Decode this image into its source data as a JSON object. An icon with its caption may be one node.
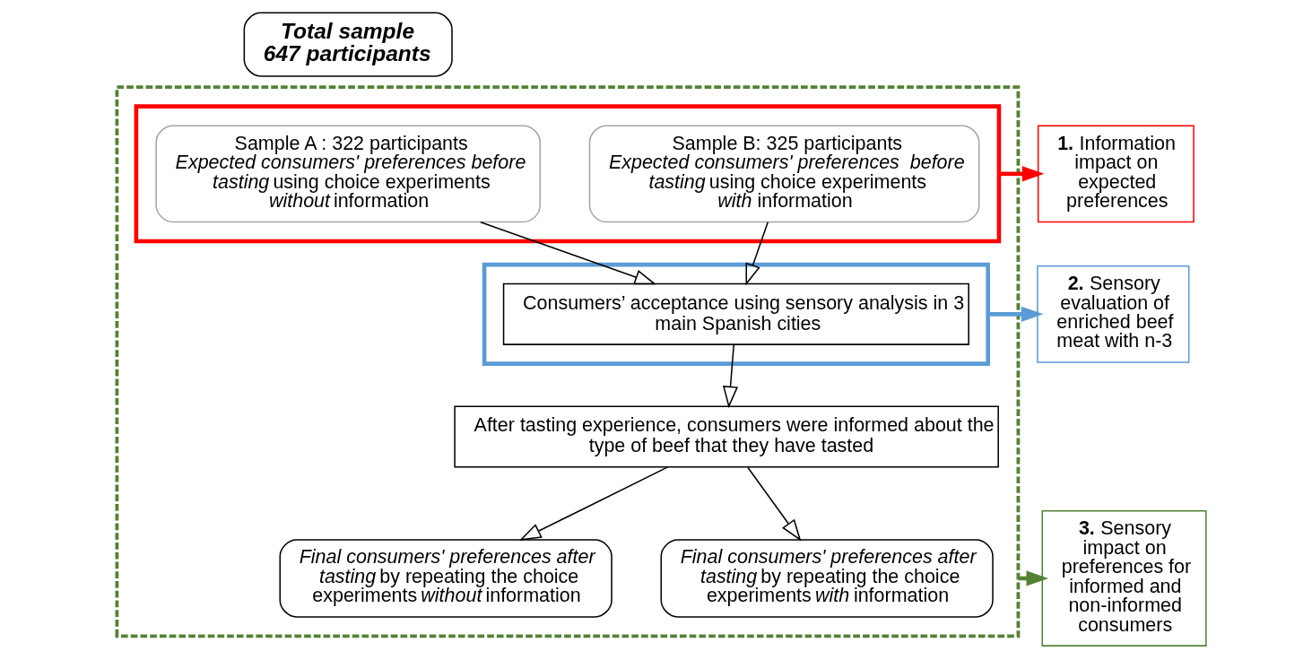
{
  "diagram": {
    "nodes": [
      {
        "text": [
          "Total sample",
          "647 participants"
        ]
      },
      {
        "text": [],
        "shape": "box"
      },
      {
        "text": [],
        "shape": "box",
        "in": 1
      },
      {
        "text": [
          "Sample A : 322 participants",
          "*Expected consumers' preferences before tasting* using choice experiments *without* information"
        ],
        "in": 2
      },
      {
        "text": [
          "Sample B: 325 participants",
          "*Expected consumers' preferences  before tasting* using choice experiments *with* information"
        ],
        "in": 2
      },
      {
        "text": [],
        "shape": "box",
        "in": 1
      },
      {
        "text": [
          "Consumers’ acceptance using sensory analysis in 3 main Spanish cities"
        ],
        "in": 5
      },
      {
        "text": [
          "After tasting experience, consumers were informed about the type of beef that they have tasted"
        ],
        "in": 1
      },
      {
        "text": [
          "*Final consumers' preferences after tasting* by repeating the choice experiments *without* information"
        ],
        "in": 1
      },
      {
        "text": [
          "*Final consumers' preferences after tasting* by repeating the choice experiments *with* information"
        ],
        "in": 1
      },
      {
        "text": [
          "**1.** Information impact on expected preferences"
        ]
      },
      {
        "text": [
          "**2.** Sensory evaluation of enriched beef meat with n-3"
        ]
      },
      {
        "text": [
          "**3.** Sensory impact on preferences for informed and non-informed consumers"
        ]
      }
    ],
    "edges": [
      {
        "from": 3,
        "to": 6,
        "arrow": "to"
      },
      {
        "from": 4,
        "to": 6,
        "arrow": "to"
      },
      {
        "from": 6,
        "to": 7,
        "arrow": "to"
      },
      {
        "from": 7,
        "to": 8,
        "arrow": "to"
      },
      {
        "from": 7,
        "to": 9,
        "arrow": "to"
      },
      {
        "from": 2,
        "to": 10,
        "arrow": "to",
        "style": "thick",
        "color": "#ff0000"
      },
      {
        "from": 5,
        "to": 11,
        "arrow": "to",
        "style": "thick",
        "color": "#5b9bd5"
      },
      {
        "from": 1,
        "to": 12,
        "arrow": "to",
        "style": "thick",
        "color": "#548235"
      }
    ]
  }
}
